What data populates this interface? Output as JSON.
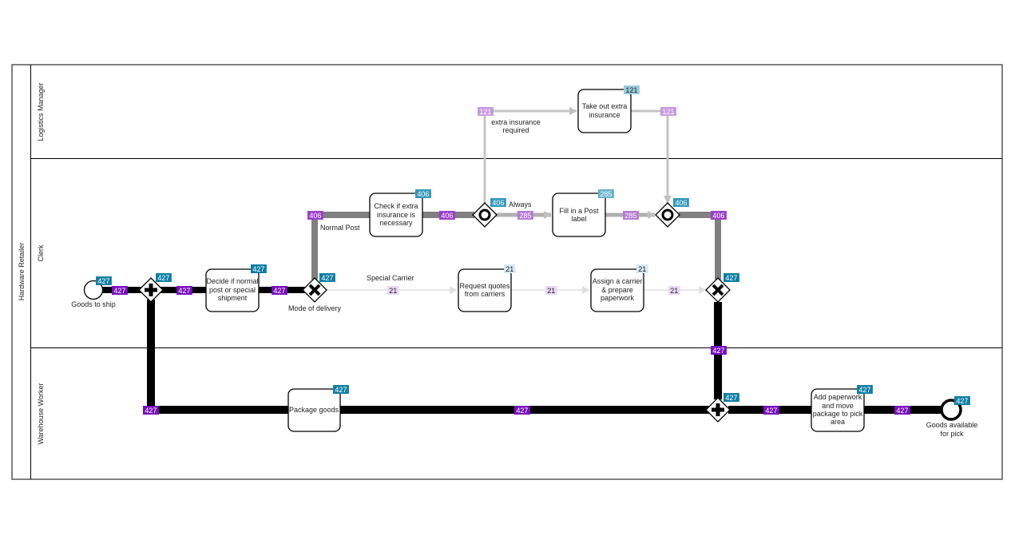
{
  "pool": {
    "title": "Hardware Retailer"
  },
  "lanes": [
    {
      "id": "logistics",
      "title": "Logistics Manager"
    },
    {
      "id": "clerk",
      "title": "Clerk"
    },
    {
      "id": "warehouse",
      "title": "Warehouse Worker"
    }
  ],
  "colors": {
    "heavy_flow": "#000000",
    "medium_flow": "#808080",
    "light_flow": "#c0c0c0",
    "faint_flow": "#e6e6e6",
    "badge_node_427": "#0f7fa6",
    "badge_node_406": "#3399bb",
    "badge_node_285": "#66b2cc",
    "badge_node_121": "#99ccdd",
    "badge_node_21": "#d6eaf2",
    "badge_edge_427": "#7a0fc0",
    "badge_edge_406": "#9a3fcc",
    "badge_edge_285": "#b47ad6",
    "badge_edge_121": "#c79ae0",
    "badge_edge_21": "#ead7f4"
  },
  "nodes": {
    "start": {
      "label": "Goods to ship",
      "count": "427",
      "type": "start-event"
    },
    "split_parallel": {
      "label": "",
      "count": "427",
      "type": "parallel-gateway"
    },
    "decide": {
      "label": "Decide if normal post or special shipment",
      "lines": [
        "Decide if normal",
        "post or special",
        "shipment"
      ],
      "count": "427",
      "type": "task"
    },
    "mode_gateway": {
      "label": "Mode of delivery",
      "count": "427",
      "type": "exclusive-gateway"
    },
    "check_insurance": {
      "lines": [
        "Check if extra",
        "insurance is",
        "necessary"
      ],
      "count": "406",
      "type": "task"
    },
    "or_split": {
      "label": "",
      "count": "406",
      "type": "inclusive-gateway"
    },
    "take_insurance": {
      "lines": [
        "Take out extra",
        "insurance"
      ],
      "count": "121",
      "type": "task"
    },
    "fill_label": {
      "lines": [
        "Fill in a Post",
        "label"
      ],
      "count": "285",
      "type": "task"
    },
    "or_join": {
      "label": "",
      "count": "406",
      "type": "inclusive-gateway"
    },
    "request_quotes": {
      "lines": [
        "Request quotes",
        "from carriers"
      ],
      "count": "21",
      "type": "task"
    },
    "assign_carrier": {
      "lines": [
        "Assign a carrier",
        "& prepare",
        "paperwork"
      ],
      "count": "21",
      "type": "task"
    },
    "xor_join": {
      "label": "",
      "count": "427",
      "type": "exclusive-gateway"
    },
    "package": {
      "lines": [
        "Package goods"
      ],
      "count": "427",
      "type": "task"
    },
    "and_join": {
      "label": "",
      "count": "427",
      "type": "parallel-gateway"
    },
    "add_paperwork": {
      "lines": [
        "Add paperwork",
        "and move",
        "package to pick",
        "area"
      ],
      "count": "427",
      "type": "task"
    },
    "end": {
      "lines": [
        "Goods available",
        "for pick"
      ],
      "count": "427",
      "type": "end-event"
    }
  },
  "edges": [
    {
      "id": "start-split",
      "count": "427"
    },
    {
      "id": "split-decide",
      "count": "427"
    },
    {
      "id": "decide-mode",
      "count": "427"
    },
    {
      "id": "mode-check",
      "count": "406",
      "label": "Normal Post"
    },
    {
      "id": "check-orsplit",
      "count": "406"
    },
    {
      "id": "orsplit-take",
      "count": "121",
      "label": "extra insurance required"
    },
    {
      "id": "take-orjoin",
      "count": "121"
    },
    {
      "id": "orsplit-fill",
      "count": "285",
      "label": "Always"
    },
    {
      "id": "fill-orjoin",
      "count": "285"
    },
    {
      "id": "orjoin-xorjoin",
      "count": "406"
    },
    {
      "id": "mode-request",
      "count": "21",
      "label": "Special Carrier"
    },
    {
      "id": "request-assign",
      "count": "21"
    },
    {
      "id": "assign-xorjoin",
      "count": "21"
    },
    {
      "id": "xorjoin-andjoin",
      "count": "427"
    },
    {
      "id": "split-package",
      "count": "427"
    },
    {
      "id": "package-andjoin",
      "count": "427"
    },
    {
      "id": "andjoin-add",
      "count": "427"
    },
    {
      "id": "add-end",
      "count": "427"
    }
  ]
}
